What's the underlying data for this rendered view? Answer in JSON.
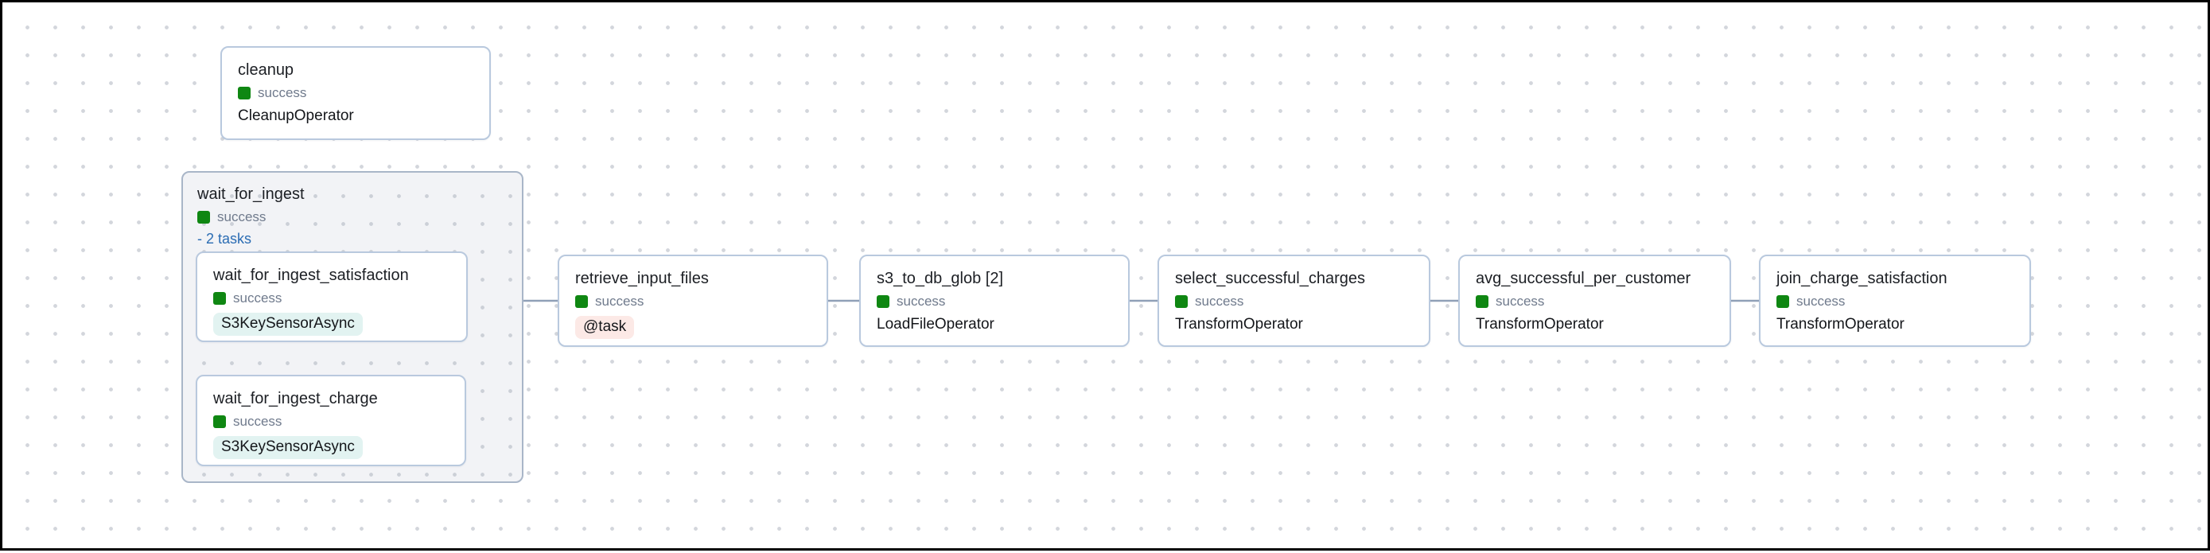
{
  "view": {
    "name": "dag-graph-canvas",
    "status_value": "success"
  },
  "colors": {
    "success_green": "#0f8712",
    "status_text_gray": "#6f7a8c",
    "node_border_blue": "#b9c9de",
    "group_border": "#a9b6c8",
    "group_background": "#f2f3f6",
    "edge_gray_blue": "#90a0b7",
    "link_blue": "#2a6cb3",
    "sensor_badge_bg": "#e2f3f1",
    "task_badge_bg": "#fce9e6",
    "canvas_dot": "#d3d6dc"
  },
  "group": {
    "title": "wait_for_ingest",
    "status": "success",
    "collapse_label": "- 2 tasks"
  },
  "nodes": [
    {
      "id": "cleanup",
      "title": "cleanup",
      "status": "success",
      "operator": "CleanupOperator",
      "operator_badge": "none"
    },
    {
      "id": "wait_for_ingest_satisfaction",
      "title": "wait_for_ingest_satisfaction",
      "status": "success",
      "operator": "S3KeySensorAsync",
      "operator_badge": "sensor"
    },
    {
      "id": "wait_for_ingest_charge",
      "title": "wait_for_ingest_charge",
      "status": "success",
      "operator": "S3KeySensorAsync",
      "operator_badge": "sensor"
    },
    {
      "id": "retrieve_input_files",
      "title": "retrieve_input_files",
      "status": "success",
      "operator": "@task",
      "operator_badge": "task"
    },
    {
      "id": "s3_to_db_glob",
      "title": "s3_to_db_glob [2]",
      "status": "success",
      "operator": "LoadFileOperator",
      "operator_badge": "none"
    },
    {
      "id": "select_successful_charges",
      "title": "select_successful_charges",
      "status": "success",
      "operator": "TransformOperator",
      "operator_badge": "none"
    },
    {
      "id": "avg_successful_per_customer",
      "title": "avg_successful_per_customer",
      "status": "success",
      "operator": "TransformOperator",
      "operator_badge": "none"
    },
    {
      "id": "join_charge_satisfaction",
      "title": "join_charge_satisfaction",
      "status": "success",
      "operator": "TransformOperator",
      "operator_badge": "none"
    }
  ],
  "edges": [
    {
      "from": "wait_for_ingest_satisfaction",
      "to": "retrieve_input_files"
    },
    {
      "from": "wait_for_ingest_charge",
      "to": "retrieve_input_files"
    },
    {
      "from": "retrieve_input_files",
      "to": "s3_to_db_glob"
    },
    {
      "from": "s3_to_db_glob",
      "to": "select_successful_charges"
    },
    {
      "from": "select_successful_charges",
      "to": "avg_successful_per_customer"
    },
    {
      "from": "avg_successful_per_customer",
      "to": "join_charge_satisfaction"
    }
  ]
}
